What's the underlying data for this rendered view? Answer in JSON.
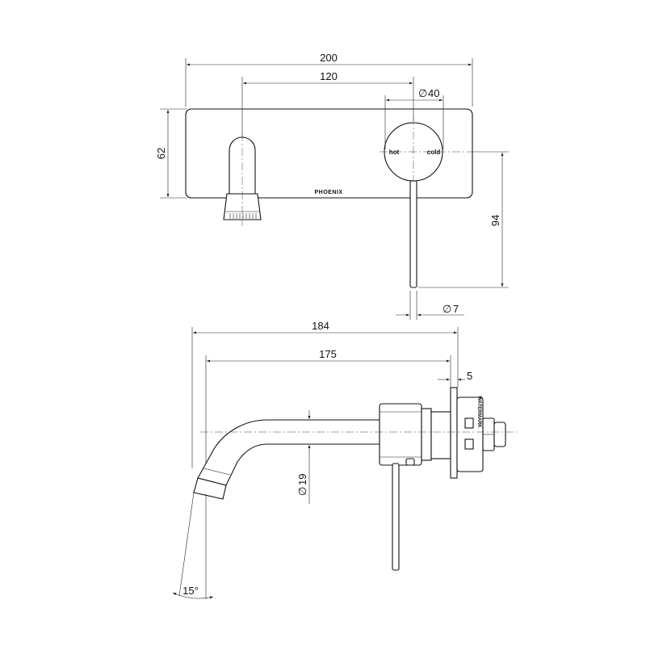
{
  "top_view": {
    "dims": {
      "overall_width": "200",
      "spout_to_handle": "120",
      "handle_diameter": "40",
      "plate_height": "62",
      "lever_drop": "94",
      "lever_diameter": "7"
    },
    "brand": "PHOENIX",
    "hot_label": "hot",
    "cold_label": "cold"
  },
  "side_view": {
    "dims": {
      "overall_projection": "184",
      "spout_projection": "175",
      "plate_thickness": "5",
      "spout_diameter": "19",
      "spout_angle": "15°"
    },
    "watermark": "WATERMARK"
  },
  "symbols": {
    "diameter": "∅"
  }
}
